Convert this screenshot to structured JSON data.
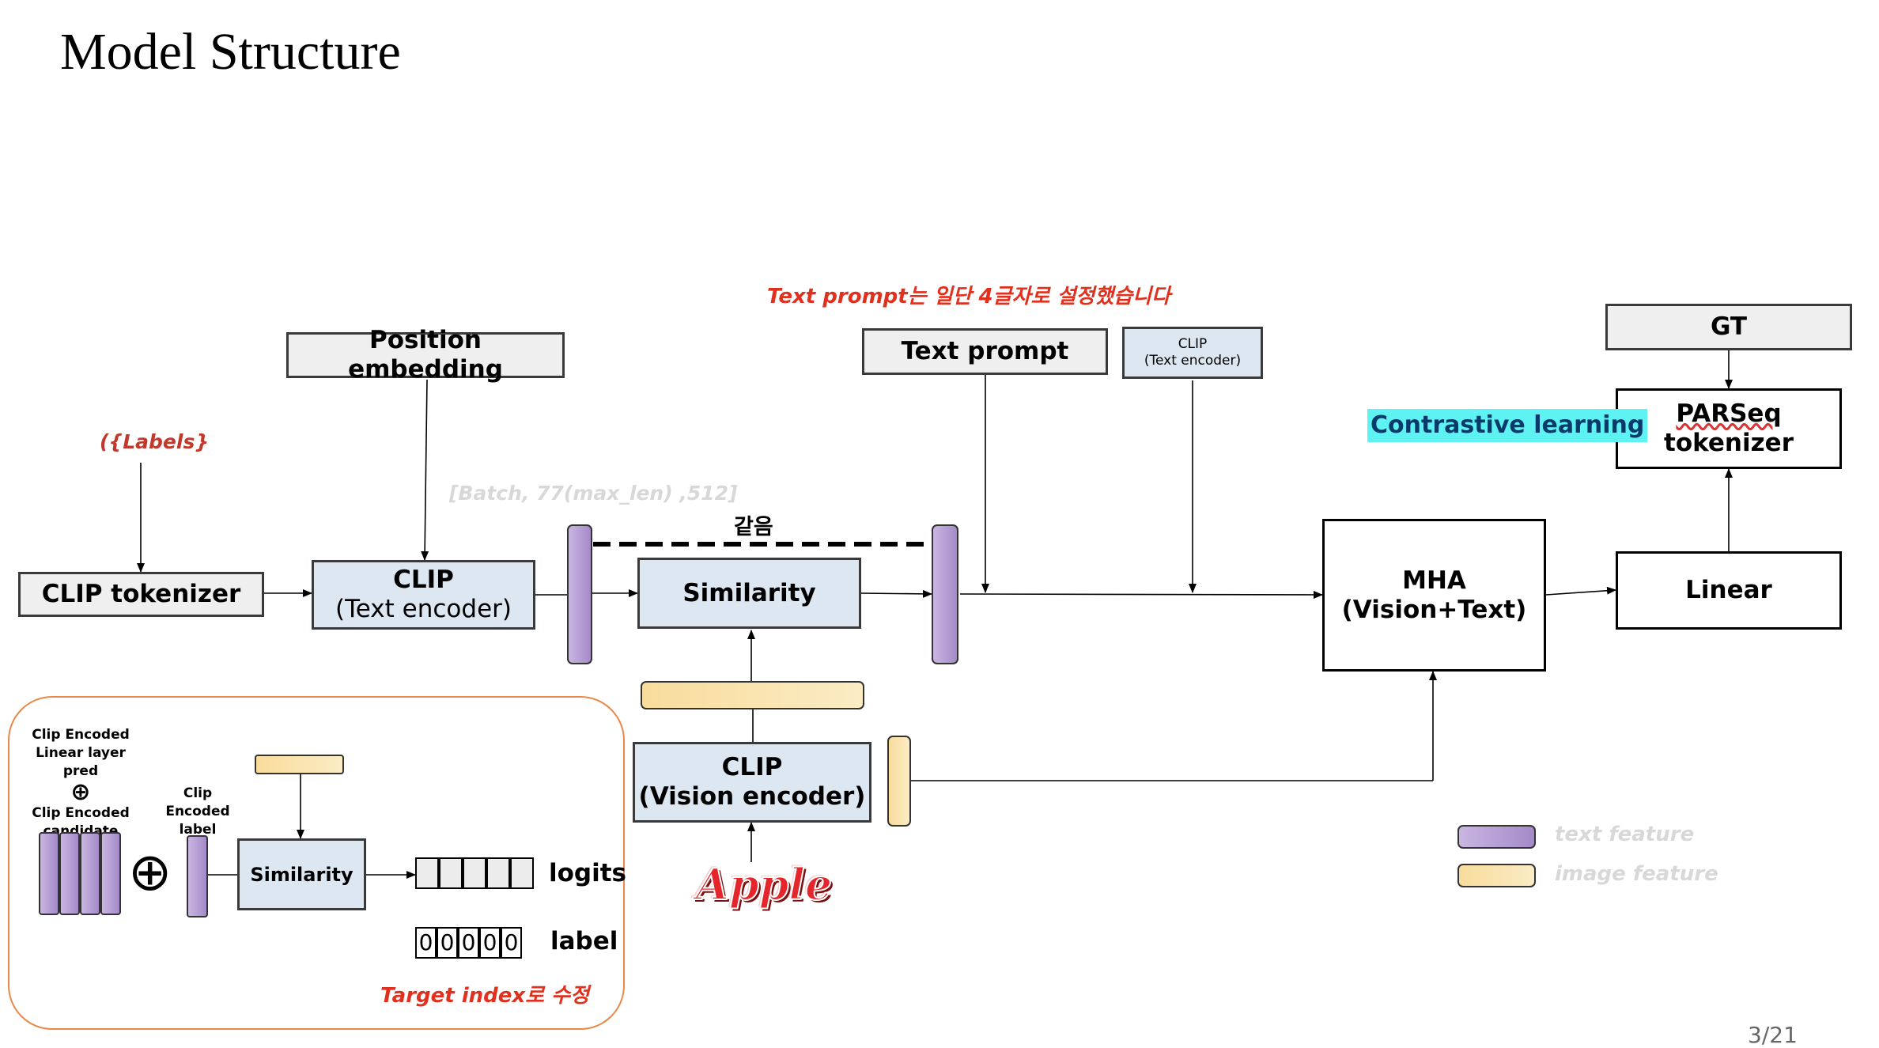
{
  "slide": {
    "title": "Model Structure",
    "page_number": "3/21"
  },
  "notes": {
    "text_prompt_note": "Text prompt는 일단 4글자로 설정했습니다",
    "labels": "({Labels}",
    "batch_shape": "[Batch, 77(max_len) ,512]",
    "same": "같음",
    "target_index_note": "Target index로 수정"
  },
  "boxes": {
    "clip_tokenizer": "CLIP tokenizer",
    "position_embedding": "Position embedding",
    "clip_text_encoder_title": "CLIP",
    "clip_text_encoder_sub": "(Text encoder)",
    "similarity": "Similarity",
    "text_prompt": "Text prompt",
    "clip_small_title": "CLIP",
    "clip_small_sub": "(Text encoder)",
    "mha_title": "MHA",
    "mha_sub": "(Vision+Text)",
    "linear": "Linear",
    "gt": "GT",
    "parseq_title": "PARSeq",
    "parseq_sub": "tokenizer",
    "contrastive": "Contrastive learning",
    "clip_vision_title": "CLIP",
    "clip_vision_sub": "(Vision encoder)",
    "apple_logo": "Apple"
  },
  "inset": {
    "encoded_line1": "Clip Encoded",
    "encoded_line2": "Linear layer pred",
    "oplus": "⊕",
    "candidate_line1": "Clip Encoded",
    "candidate_line2": "candidate",
    "label_line1": "Clip Encoded",
    "label_line2": "label",
    "big_oplus": "⊕",
    "similarity": "Similarity",
    "logits": "logits",
    "label": "label",
    "label_digits": [
      "0",
      "0",
      "0",
      "0",
      "0"
    ]
  },
  "legend": {
    "text_feature": "text feature",
    "image_feature": "image feature"
  },
  "colors": {
    "text_feature": "#b49bd6",
    "image_feature": "#f8dc9c",
    "note_red": "#e0301e",
    "highlight": "#5ff2f2",
    "inset_border": "#e8894a"
  }
}
